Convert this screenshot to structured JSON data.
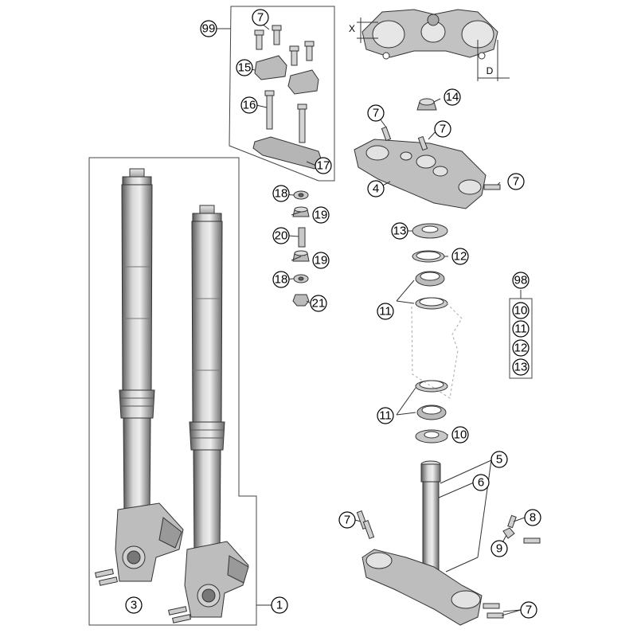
{
  "diagram": {
    "callouts": {
      "c1": "1",
      "c3": "3",
      "c4": "4",
      "c5": "5",
      "c6": "6",
      "c7a": "7",
      "c7b": "7",
      "c7c": "7",
      "c7d": "7",
      "c7e": "7",
      "c7f": "7",
      "c8": "8",
      "c9": "9",
      "c10": "10",
      "c11a": "11",
      "c11b": "11",
      "c12": "12",
      "c13": "13",
      "c14": "14",
      "c15": "15",
      "c16": "16",
      "c17": "17",
      "c18a": "18",
      "c18b": "18",
      "c19a": "19",
      "c19b": "19",
      "c20": "20",
      "c21": "21",
      "c98": "98",
      "c99": "99"
    },
    "kit_98_items": [
      "10",
      "11",
      "12",
      "13"
    ],
    "dimensions": {
      "x_label": "X",
      "d_label": "D"
    }
  }
}
